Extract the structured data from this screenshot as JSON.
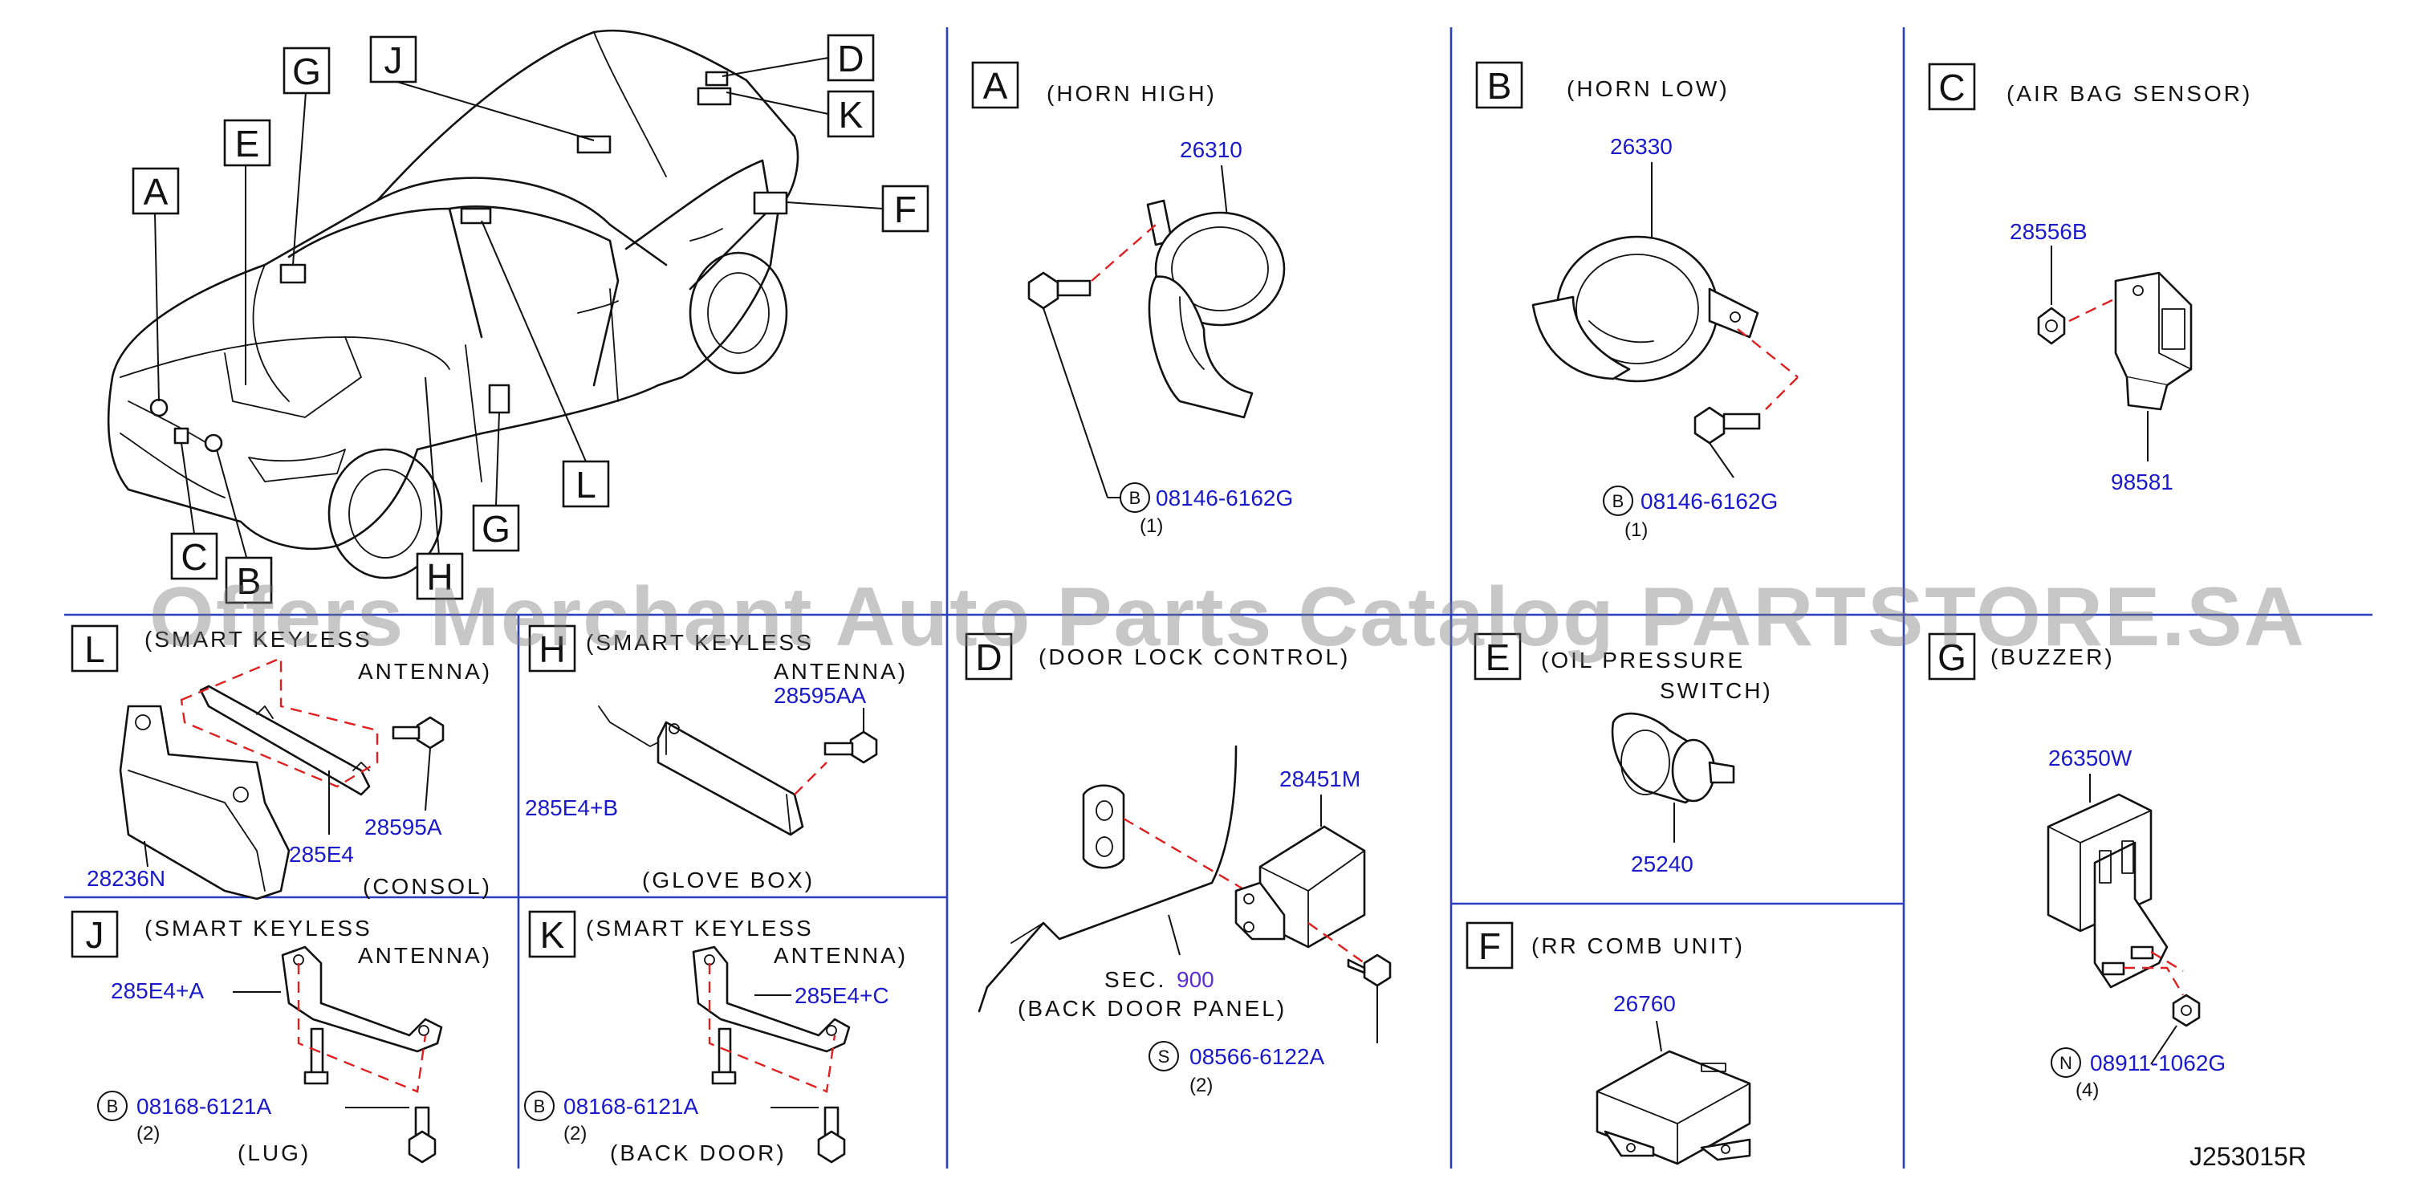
{
  "diagram_code": "J253015R",
  "watermark": "Offers Merchant Auto Parts Catalog PARTSTORE.SA",
  "overview_labels": [
    "A",
    "B",
    "C",
    "D",
    "E",
    "F",
    "G",
    "H",
    "J",
    "K",
    "L"
  ],
  "panels": {
    "A": {
      "letter": "A",
      "title": "(HORN   HIGH)",
      "parts": [
        "26310",
        "08146-6162G"
      ],
      "qty": "(1)",
      "sym": "B"
    },
    "B": {
      "letter": "B",
      "title": "(HORN   LOW)",
      "parts": [
        "26330",
        "08146-6162G"
      ],
      "qty": "(1)",
      "sym": "B"
    },
    "C": {
      "letter": "C",
      "title": "(AIR   BAG   SENSOR)",
      "parts": [
        "28556B",
        "98581"
      ]
    },
    "D": {
      "letter": "D",
      "title": "(DOOR   LOCK   CONTROL)",
      "parts": [
        "28451M",
        "08566-6122A"
      ],
      "qty": "(2)",
      "sym": "S",
      "sec_label": "SEC.",
      "sec_num": "900",
      "sec_name": "(BACK   DOOR   PANEL)"
    },
    "E": {
      "letter": "E",
      "title1": "(OIL   PRESSURE",
      "title2": "SWITCH)",
      "parts": [
        "25240"
      ]
    },
    "F": {
      "letter": "F",
      "title": "(RR   COMB   UNIT)",
      "parts": [
        "26760"
      ]
    },
    "G": {
      "letter": "G",
      "title": "(BUZZER)",
      "parts": [
        "26350W",
        "08911-1062G"
      ],
      "qty": "(4)",
      "sym": "N"
    },
    "L": {
      "letter": "L",
      "title1": "(SMART   KEYLESS",
      "title2": "ANTENNA)",
      "parts": [
        "28595A",
        "285E4",
        "28236N"
      ],
      "location": "(CONSOL)"
    },
    "H": {
      "letter": "H",
      "title1": "(SMART   KEYLESS",
      "title2": "ANTENNA)",
      "parts": [
        "28595AA",
        "285E4+B"
      ],
      "location": "(GLOVE   BOX)"
    },
    "J": {
      "letter": "J",
      "title1": "(SMART   KEYLESS",
      "title2": "ANTENNA)",
      "parts": [
        "285E4+A",
        "08168-6121A"
      ],
      "qty": "(2)",
      "sym": "B",
      "location": "(LUG)"
    },
    "K": {
      "letter": "K",
      "title1": "(SMART   KEYLESS",
      "title2": "ANTENNA)",
      "parts": [
        "285E4+C",
        "08168-6121A"
      ],
      "qty": "(2)",
      "sym": "B",
      "location": "(BACK   DOOR)"
    }
  }
}
